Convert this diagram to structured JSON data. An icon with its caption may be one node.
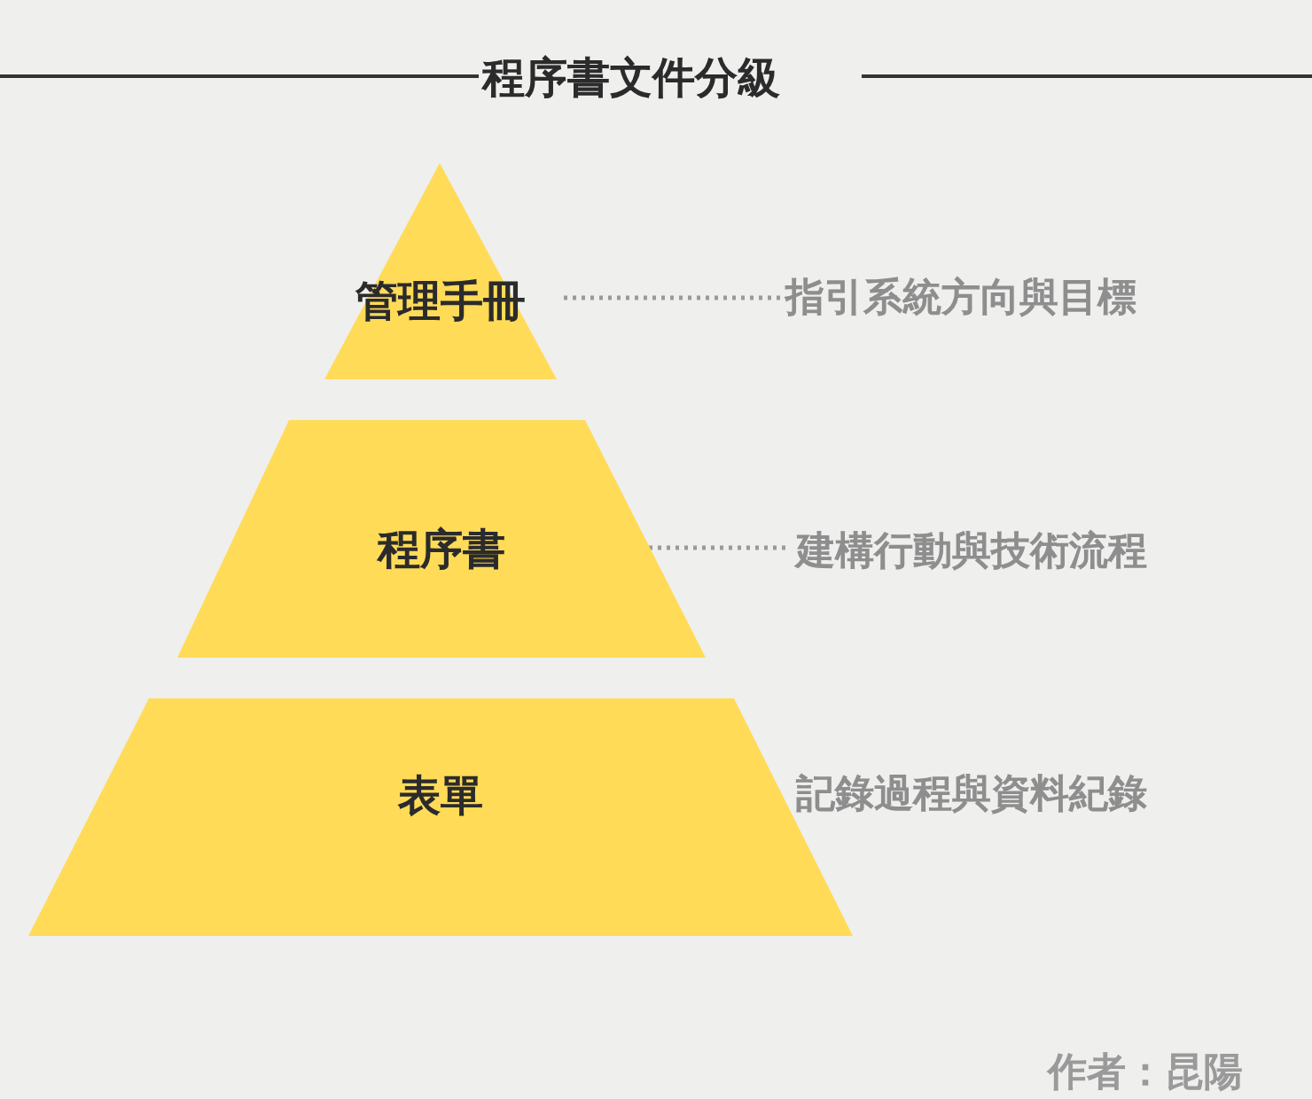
{
  "diagram": {
    "title": "程序書文件分級",
    "nodes": [
      {
        "text": [
          "管理手冊"
        ]
      },
      {
        "text": [
          "程序書"
        ]
      },
      {
        "text": [
          "表單"
        ]
      },
      {
        "text": [
          "指引系統方向與目標"
        ]
      },
      {
        "text": [
          "建構行動與技術流程"
        ]
      }
    ],
    "edges": [
      {
        "from": 0,
        "to": 3,
        "arrow": "none",
        "style": "dashed"
      },
      {
        "from": 1,
        "to": 4,
        "arrow": "none",
        "style": "dashed"
      }
    ],
    "labels": [
      "記錄過程與資料紀錄",
      "作者：昆陽"
    ]
  }
}
